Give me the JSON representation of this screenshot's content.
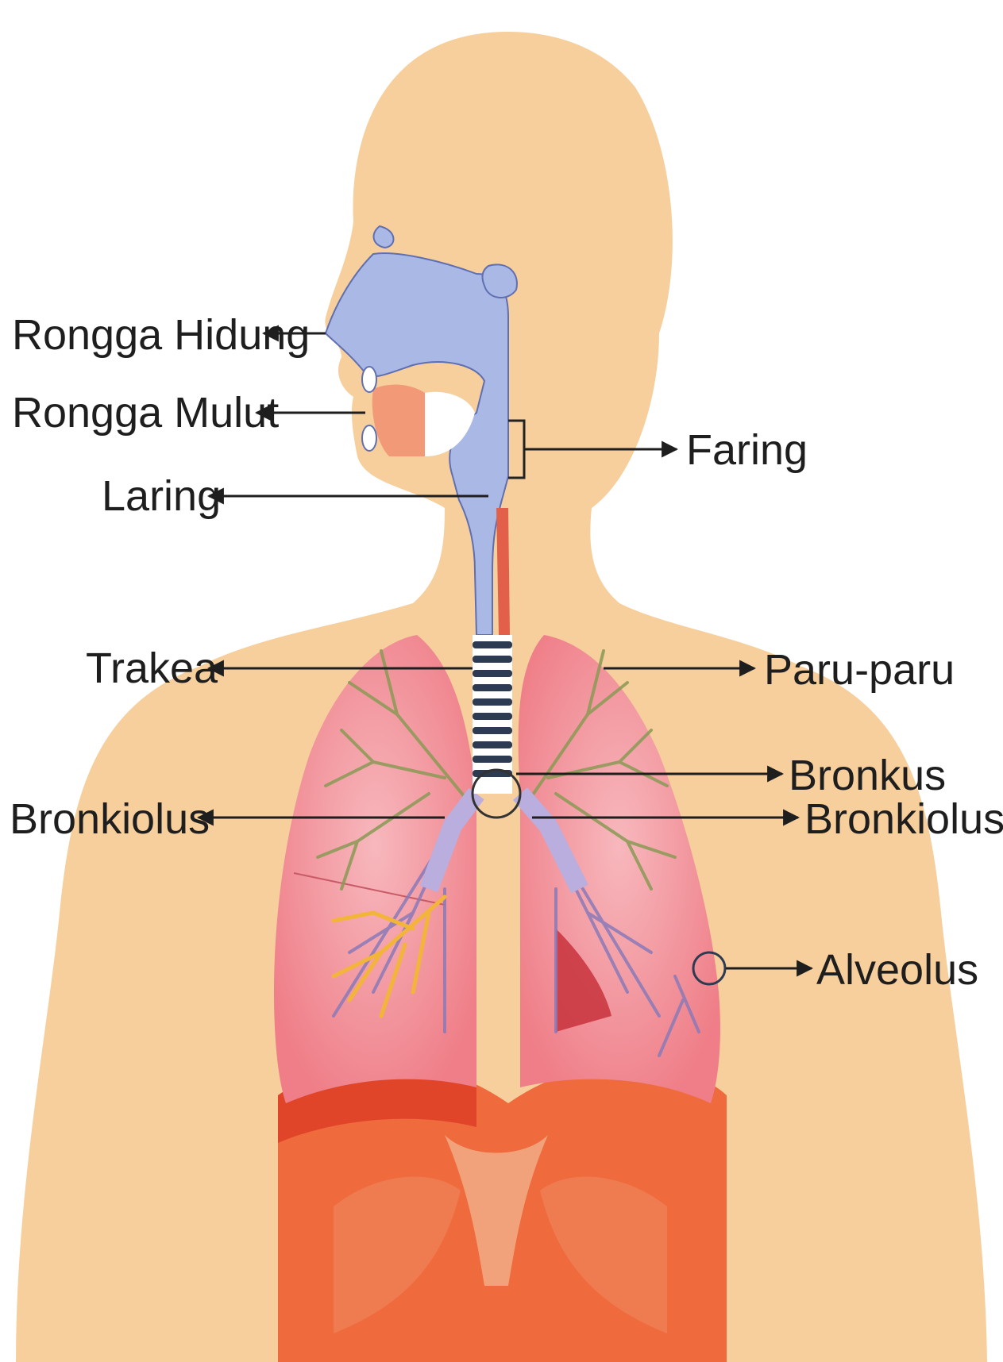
{
  "labels": {
    "rongga_hidung": "Rongga Hidung",
    "rongga_mulut": "Rongga Mulut",
    "laring": "Laring",
    "faring": "Faring",
    "trakea": "Trakea",
    "paru_paru": "Paru-paru",
    "bronkus": "Bronkus",
    "bronkiolus_left": "Bronkiolus",
    "bronkiolus_right": "Bronkiolus",
    "alveolus": "Alveolus"
  },
  "colors": {
    "skin": "#f6cf9d",
    "airway": "#aab8e6",
    "airway_edge": "#5f6fb0",
    "lung": "#f08a92",
    "lung_light": "#f7b8bd",
    "diaphragm": "#ef6a3c",
    "diaphragm_dark": "#e0452a",
    "bronchi_green": "#8a9a55",
    "bronchi_purple": "#8a7ab8",
    "bronchi_yellow": "#f2b53a",
    "text": "#1e1e1e"
  }
}
